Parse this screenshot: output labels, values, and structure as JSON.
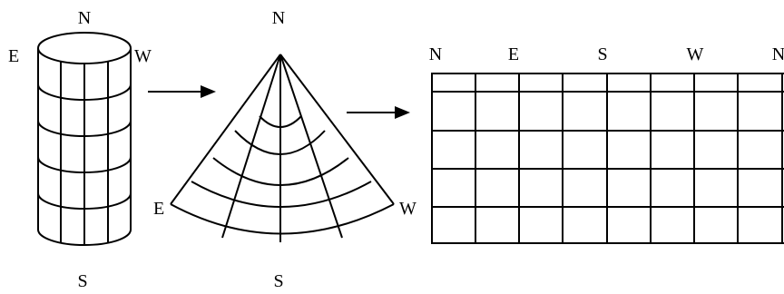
{
  "cylinder": {
    "top_label": "N",
    "left_label": "E",
    "right_label": "W",
    "bottom_label": "S"
  },
  "cone": {
    "top_label": "N",
    "left_label": "E",
    "right_label": "W",
    "bottom_label": "S"
  },
  "flat_map": {
    "header_labels": [
      "N",
      "E",
      "S",
      "W",
      "N"
    ]
  }
}
